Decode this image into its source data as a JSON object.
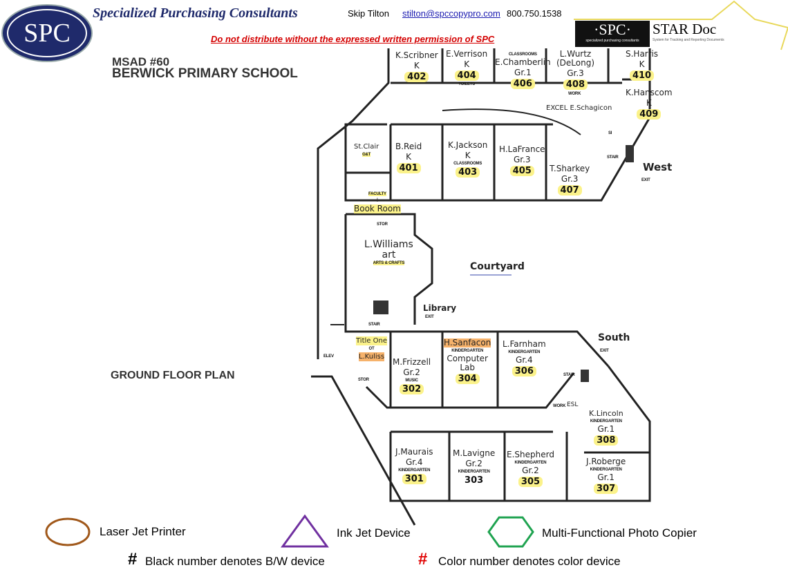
{
  "header": {
    "logo_text": "SPC",
    "company": "Specialized Purchasing Consultants",
    "contact_name": "Skip Tilton",
    "contact_email": "stilton@spccopypro.com",
    "contact_phone": "800.750.1538",
    "warning": "Do not distribute without the expressed written permission of SPC",
    "star_logo_left": "·SPC·",
    "star_logo_right": "STAR Doc",
    "star_logo_sub_left": "specialized purchasing consultants",
    "star_logo_sub_right": "System for Tracking and Reporting Documents"
  },
  "plan": {
    "district": "MSAD #60",
    "school": "BERWICK PRIMARY SCHOOL",
    "floor": "GROUND FLOOR PLAN",
    "courtyard": "Courtyard",
    "rooms": [
      {
        "name": "K.Scribner",
        "grade": "K",
        "number": "402"
      },
      {
        "name": "E.Verrison",
        "grade": "K",
        "number": "404"
      },
      {
        "name": "E.Chamberlin",
        "grade": "Gr.1",
        "number": "406"
      },
      {
        "name": "L.Wurtz (DeLong)",
        "grade": "Gr.3",
        "number": "408"
      },
      {
        "name": "S.Harris",
        "grade": "K",
        "number": "410"
      },
      {
        "name": "K.Hanscom",
        "grade": "K",
        "number": "409"
      },
      {
        "name": "B.Reid",
        "grade": "K",
        "number": "401"
      },
      {
        "name": "K.Jackson",
        "grade": "K",
        "number": "403"
      },
      {
        "name": "H.LaFrance",
        "grade": "Gr.3",
        "number": "405"
      },
      {
        "name": "T.Sharkey",
        "grade": "Gr.3",
        "number": "407"
      },
      {
        "name": "M.Frizzell",
        "grade": "Gr.2",
        "number": "302",
        "type": "MUSIC"
      },
      {
        "name": "H.Sanfacon",
        "grade": "Computer Lab",
        "number": "304",
        "type": "KINDERGARTEN"
      },
      {
        "name": "L.Farnham",
        "grade": "Gr.4",
        "number": "306",
        "type": "KINDERGARTEN"
      },
      {
        "name": "K.Lincoln",
        "grade": "Gr.1",
        "number": "308",
        "type": "KINDERGARTEN"
      },
      {
        "name": "J.Maurais",
        "grade": "Gr.4",
        "number": "301",
        "type": "KINDERGARTEN"
      },
      {
        "name": "M.Lavigne",
        "grade": "Gr.2",
        "number": "303",
        "type": "KINDERGARTEN"
      },
      {
        "name": "E.Shepherd",
        "grade": "Gr.2",
        "number": "305",
        "type": "KINDERGARTEN"
      },
      {
        "name": "J.Roberge",
        "grade": "Gr.1",
        "number": "307",
        "type": "KINDERGARTEN"
      }
    ],
    "other": {
      "stclair": "St.Clair",
      "gt": "G&T",
      "faculty": "FACULTY",
      "plus": "+",
      "bookroom": "Book Room",
      "williams": "L.Williams",
      "art": "art",
      "arts": "ARTS & CRAFTS",
      "library": "Library",
      "exit": "EXIT",
      "west": "West",
      "south": "South",
      "titleone": "Title One",
      "ot": "OT",
      "kuliss": "L.Kuliss",
      "classrooms": "CLASSROOMS",
      "toilets": "TOILETS",
      "work": "WORK",
      "excel": "EXCEL E.Schagicon",
      "stair": "STAIR",
      "stor": "STOR",
      "elev": "ELEV",
      "esl": "ESL",
      "si": "SI"
    }
  },
  "legend": {
    "laser": "Laser Jet Printer",
    "inkjet": "Ink Jet Device",
    "mfp": "Multi-Functional Photo Copier",
    "hash": "#",
    "bw": "Black number denotes B/W device",
    "color": "Color number denotes color device",
    "colors": {
      "laser": "#a0581a",
      "inkjet": "#7030a0",
      "mfp": "#1fa350",
      "color_hash": "#e00000",
      "navy": "#1f2a6b",
      "warning": "#d40000"
    }
  }
}
